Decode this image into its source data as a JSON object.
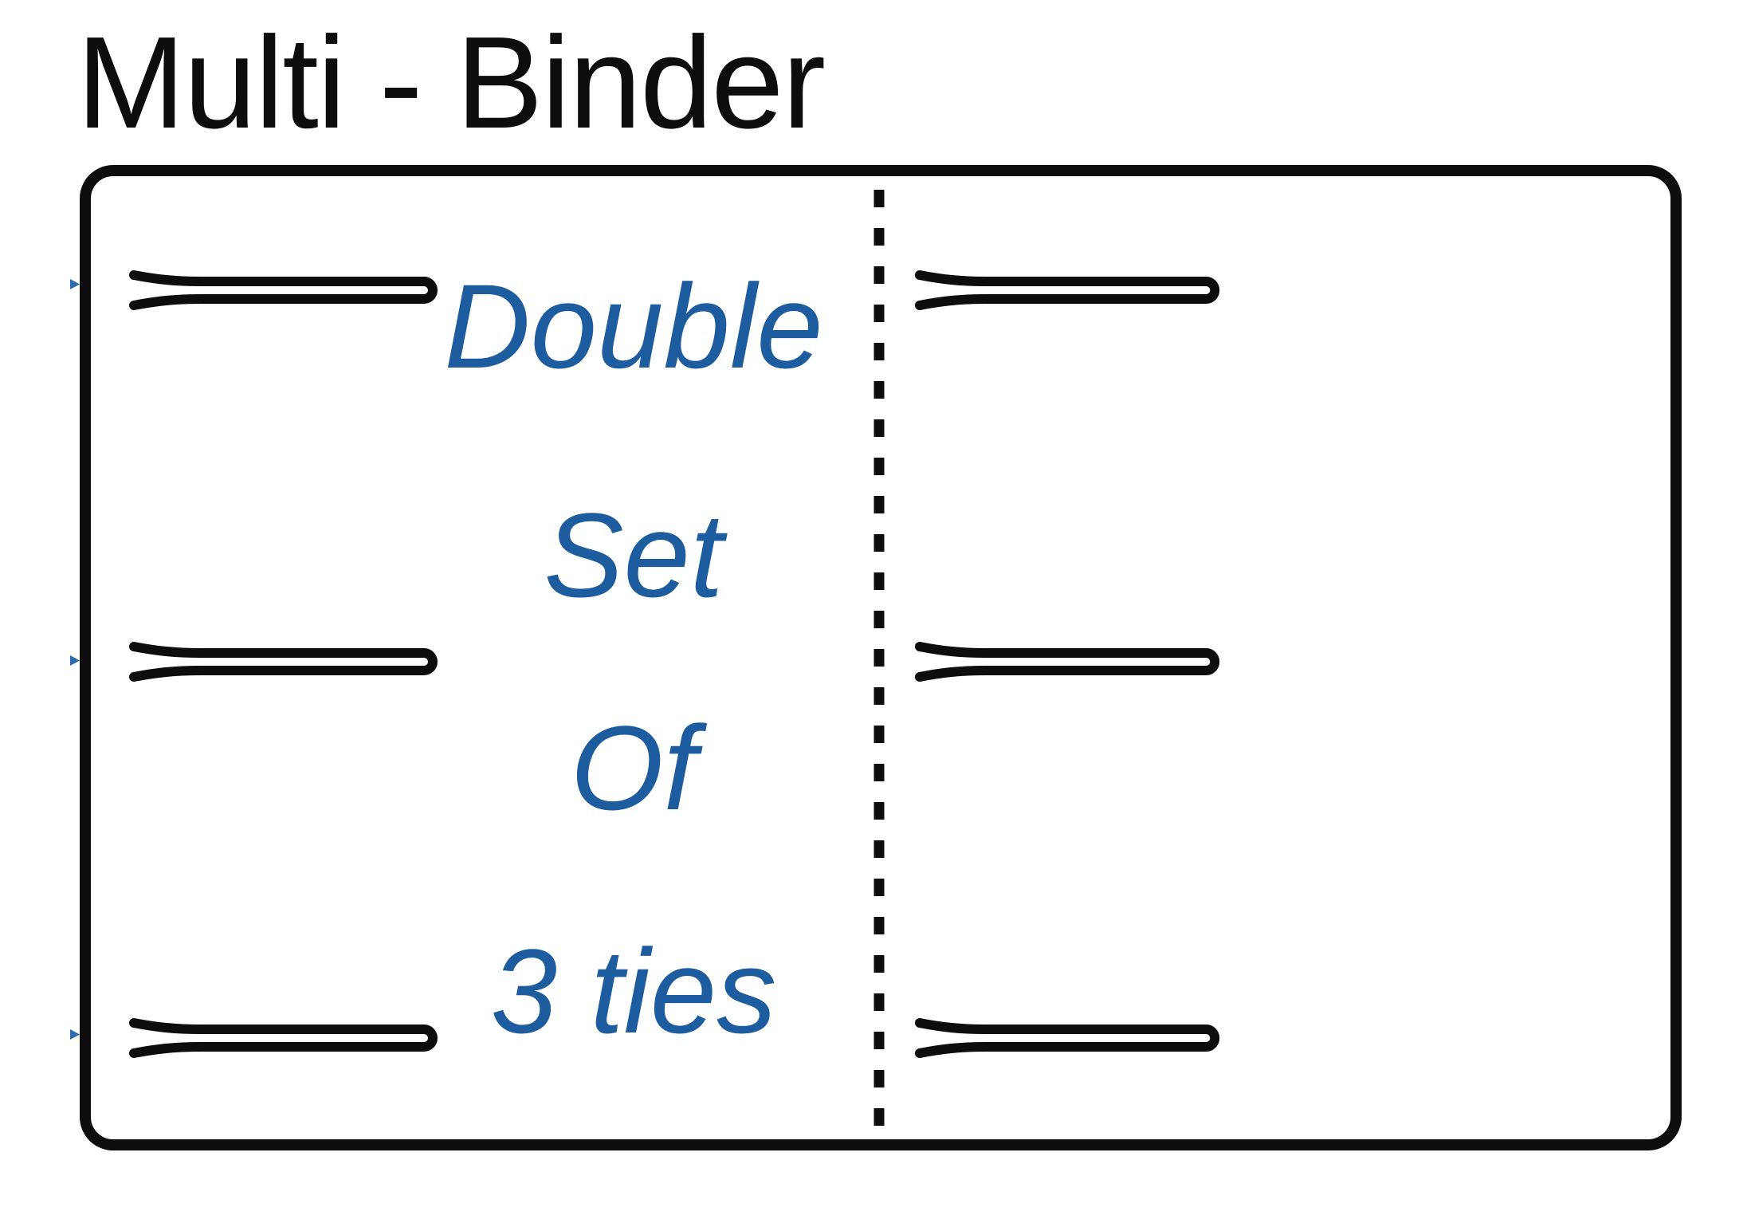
{
  "title": "Multi - Binder",
  "binder": {
    "annotation_lines": [
      "Double",
      "Set",
      "Of",
      "3 ties"
    ],
    "panels": 2,
    "ties_per_panel": 3
  },
  "colors": {
    "ink": "#0d0d0d",
    "label_blue": "#1d5c9e",
    "arrow_blue": "#2b6cb0",
    "background": "#ffffff"
  }
}
